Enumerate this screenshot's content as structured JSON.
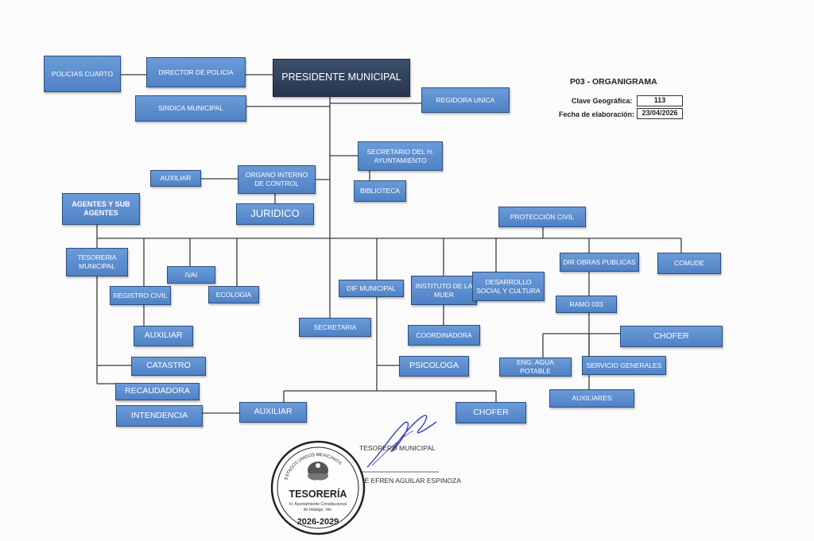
{
  "header": {
    "title": "P03 - ORGANIGRAMA",
    "clave_label": "Clave Geográfica:",
    "clave_value": "113",
    "fecha_label": "Fecha de elaboración:",
    "fecha_value": "23/04/2026"
  },
  "nodes": {
    "presidente": "PRESIDENTE MUNICIPAL",
    "director_policia": "DIRECTOR DE POLICIA",
    "policias": "POLICIAS CUARTO",
    "sindica": "SINDICA MUNICIPAL",
    "regidora": "REGIDORA UNICA",
    "secretario": "SECRETARIO DEL H. AYUNTAMIENTO",
    "biblioteca": "BIBLIOTECA",
    "organo": "ORGANO INTERNO DE CONTROL",
    "auxiliar_organo": "AUXILIAR",
    "juridico": "JURIDICO",
    "agentes": "AGENTES Y SUB AGENTES",
    "proteccion": "PROTECCIÓN CIVIL",
    "tesoreria": "TESORERIA MUNICIPAL",
    "ivai": "IVAI",
    "registro": "REGISTRO CIVIL",
    "ecologia": "ECOLOGIA",
    "auxiliar_registro": "AUXILIAR",
    "catastro": "CATASTRO",
    "recaudadora": "RECAUDADORA",
    "intendencia": "INTENDENCIA",
    "auxiliar_dif": "AUXILIAR",
    "secretaria": "SECRETARIA",
    "dif": "DIF MUNICIPAL",
    "instituto": "INSTITUTO DE LA MUER",
    "coordinadora": "COORDINADORA",
    "psicologa": "PSICOLOGA",
    "chofer_dif": "CHOFER",
    "desarrollo": "DESARROLLO SOCIAL Y CULTURA",
    "obras": "DIR OBRAS PUBLICAS",
    "comude": "COMUDE",
    "ramo": "RAMO 033",
    "chofer_obras": "CHOFER",
    "agua": "ENG. AGUA POTABLE",
    "servicio": "SERVICIO GENERALES",
    "auxiliares": "AUXILIARES"
  },
  "signature": {
    "role": "TESORERO MUNICIPAL",
    "name": "LIC. JOSÉ EFREN AGUILAR ESPINOZA"
  },
  "seal": {
    "title": "TESORERÍA",
    "line1": "H. Ayuntamiento Constitucional",
    "line2": "de Hidalgo, Ver.",
    "years": "2026-2029",
    "ring_text": "ESTADOS UNIDOS MEXICANOS"
  },
  "colors": {
    "box_fill": "#5b8fd0",
    "box_border": "#2d4f7c",
    "president_fill": "#2f3f5a",
    "connector": "#3a3a3a"
  }
}
